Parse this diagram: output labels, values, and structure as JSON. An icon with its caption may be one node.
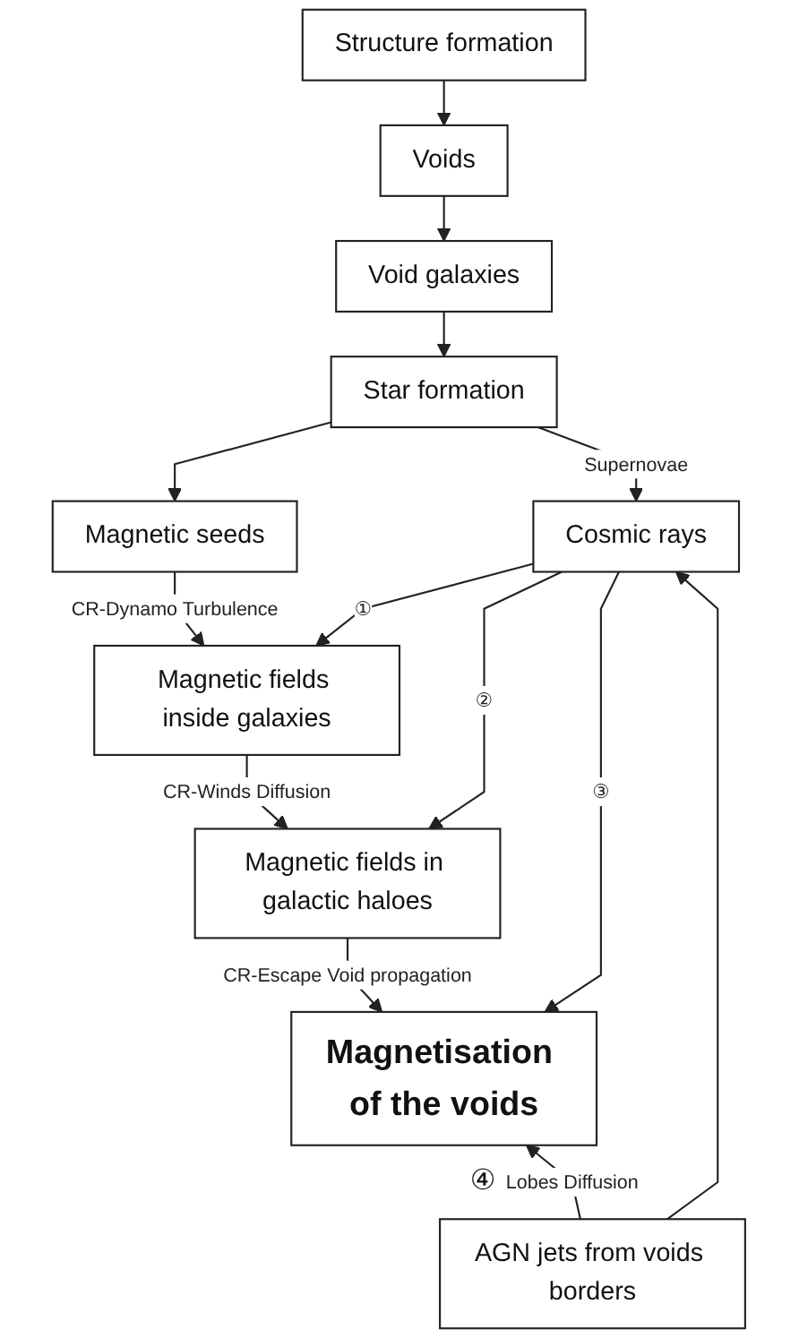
{
  "diagram": {
    "nodes": [
      {
        "text": [
          "Structure formation"
        ]
      },
      {
        "text": [
          "Voids"
        ]
      },
      {
        "text": [
          "Void galaxies"
        ]
      },
      {
        "text": [
          "Star formation"
        ]
      },
      {
        "text": [
          "Cosmic rays"
        ]
      },
      {
        "text": [
          "Magnetic seeds"
        ]
      },
      {
        "text": [
          "Magnetic fields inside galaxies"
        ]
      },
      {
        "text": [
          "Magnetic fields in galactic haloes"
        ]
      },
      {
        "text": [
          "Magnetisation of the voids"
        ]
      },
      {
        "text": [
          "AGN jets from voids borders"
        ]
      }
    ],
    "edges": [
      {
        "from": 0,
        "to": 1,
        "arrow": "to"
      },
      {
        "from": 1,
        "to": 2,
        "arrow": "to"
      },
      {
        "from": 2,
        "to": 3,
        "arrow": "to"
      },
      {
        "from": 3,
        "to": 4,
        "arrow": "to",
        "label": "Supernovae"
      },
      {
        "from": 3,
        "to": 5,
        "arrow": "to"
      },
      {
        "from": 5,
        "to": 6,
        "arrow": "to",
        "label": "CR-Dynamo Turbulence"
      },
      {
        "from": 4,
        "to": 6,
        "arrow": "to",
        "label": "①"
      },
      {
        "from": 6,
        "to": 7,
        "arrow": "to",
        "label": "CR-Winds Diffusion"
      },
      {
        "from": 4,
        "to": 7,
        "arrow": "to",
        "label": "②"
      },
      {
        "from": 7,
        "to": 8,
        "arrow": "to",
        "label": "CR-Escape Void propagation"
      },
      {
        "from": 4,
        "to": 8,
        "arrow": "to",
        "label": "③"
      },
      {
        "from": 9,
        "to": 8,
        "arrow": "to",
        "label": "Lobes Diffusion"
      },
      {
        "from": 9,
        "to": 4,
        "arrow": "to"
      }
    ],
    "labels": [
      "④"
    ]
  }
}
